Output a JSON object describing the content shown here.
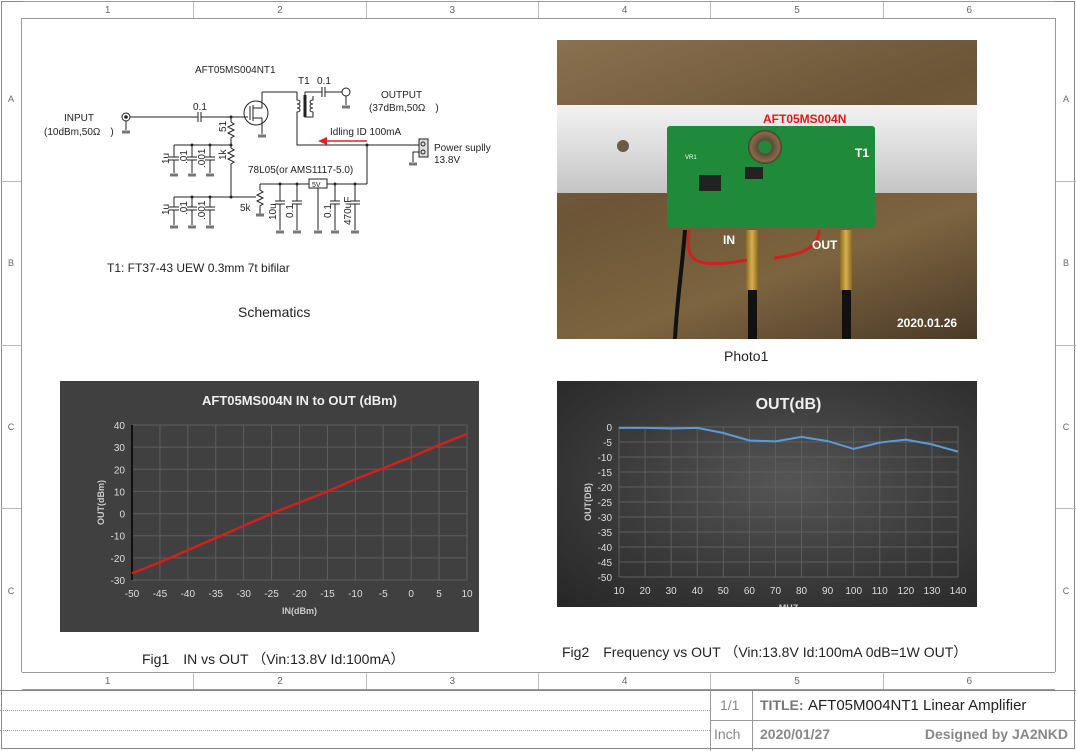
{
  "ruler": {
    "columns": [
      "1",
      "2",
      "3",
      "4",
      "5",
      "6"
    ],
    "rows": [
      "A",
      "B",
      "C",
      "C"
    ]
  },
  "schematic": {
    "part_title": "AFT05MS004NT1",
    "input_label": "INPUT",
    "input_spec": "(10dBm,50Ω　)",
    "output_label": "OUTPUT",
    "output_spec": "(37dBm,50Ω　)",
    "t1_label": "T1",
    "cap_in": "0.1",
    "cap_out": "0.1",
    "idling": "Idling ID 100mA",
    "power_label": "Power suplly",
    "power_voltage": "13.8V",
    "r1": "51",
    "r2": "1k",
    "caps_top": [
      "1u",
      ".01",
      ".001"
    ],
    "caps_bottom": [
      "1u",
      ".01",
      ".001"
    ],
    "pot": "5k",
    "regulator": "78L05(or AMS1117-5.0)",
    "reg_box": "5V",
    "reg_caps": [
      "10u",
      "0.1",
      "0.1",
      "470uF"
    ],
    "t1_note": "T1: FT37-43 UEW 0.3mm 7t bifilar",
    "caption": "Schematics"
  },
  "photo": {
    "board_label": "AFT05MS004N",
    "t1": "T1",
    "in": "IN",
    "out": "OUT",
    "date": "2020.01.26",
    "vr": "VR1",
    "caption": "Photo1"
  },
  "colors": {
    "fig1_line": "#d0201c",
    "fig2_line": "#5b9bd5",
    "chart_bg": "#404040",
    "arrow": "#e02020"
  },
  "chart_data": [
    {
      "type": "line",
      "title": "AFT05MS004N   IN to OUT (dBm)",
      "xlabel": "IN(dBm)",
      "ylabel": "OUT(dBm)",
      "x": [
        -50,
        -45,
        -40,
        -35,
        -30,
        -25,
        -20,
        -15,
        -10,
        -5,
        0,
        5,
        10
      ],
      "values": [
        -27,
        -22,
        -16.5,
        -11,
        -5.5,
        0,
        5,
        10,
        15.5,
        20.5,
        25.5,
        31,
        36
      ],
      "xticks": [
        "-50",
        "-45",
        "-40",
        "-35",
        "-30",
        "-25",
        "-20",
        "-15",
        "-10",
        "-5",
        "0",
        "5",
        "10"
      ],
      "yticks": [
        "40",
        "30",
        "20",
        "10",
        "0",
        "-10",
        "-20",
        "-30"
      ],
      "xlim": [
        -50,
        10
      ],
      "ylim": [
        -30,
        40
      ],
      "grid": true,
      "caption": "Fig1　IN vs OUT （Vin:13.8V  Id:100mA）"
    },
    {
      "type": "line",
      "title": "OUT(dB)",
      "xlabel": "MHZ",
      "ylabel": "OUT(DB)",
      "x": [
        10,
        20,
        30,
        40,
        50,
        60,
        70,
        80,
        90,
        100,
        110,
        120,
        130,
        140
      ],
      "values": [
        -0.3,
        -0.3,
        -0.5,
        -0.3,
        -2,
        -4.5,
        -4.8,
        -3.3,
        -4.7,
        -7.3,
        -5.2,
        -4.2,
        -5.8,
        -8.2
      ],
      "xticks": [
        "10",
        "20",
        "30",
        "40",
        "50",
        "60",
        "70",
        "80",
        "90",
        "100",
        "110",
        "120",
        "130",
        "140"
      ],
      "yticks": [
        "0",
        "-5",
        "-10",
        "-15",
        "-20",
        "-25",
        "-30",
        "-35",
        "-40",
        "-45",
        "-50"
      ],
      "xlim": [
        10,
        140
      ],
      "ylim": [
        -50,
        0
      ],
      "grid": true,
      "caption": "Fig2　Frequency vs OUT （Vin:13.8V  Id:100mA  0dB=1W OUT）"
    }
  ],
  "title_block": {
    "sheet": "1/1",
    "unit": "Inch",
    "title_label": "TITLE:",
    "title": "AFT05M004NT1 Linear Amplifier",
    "date": "2020/01/27",
    "designer": "Designed by JA2NKD"
  }
}
